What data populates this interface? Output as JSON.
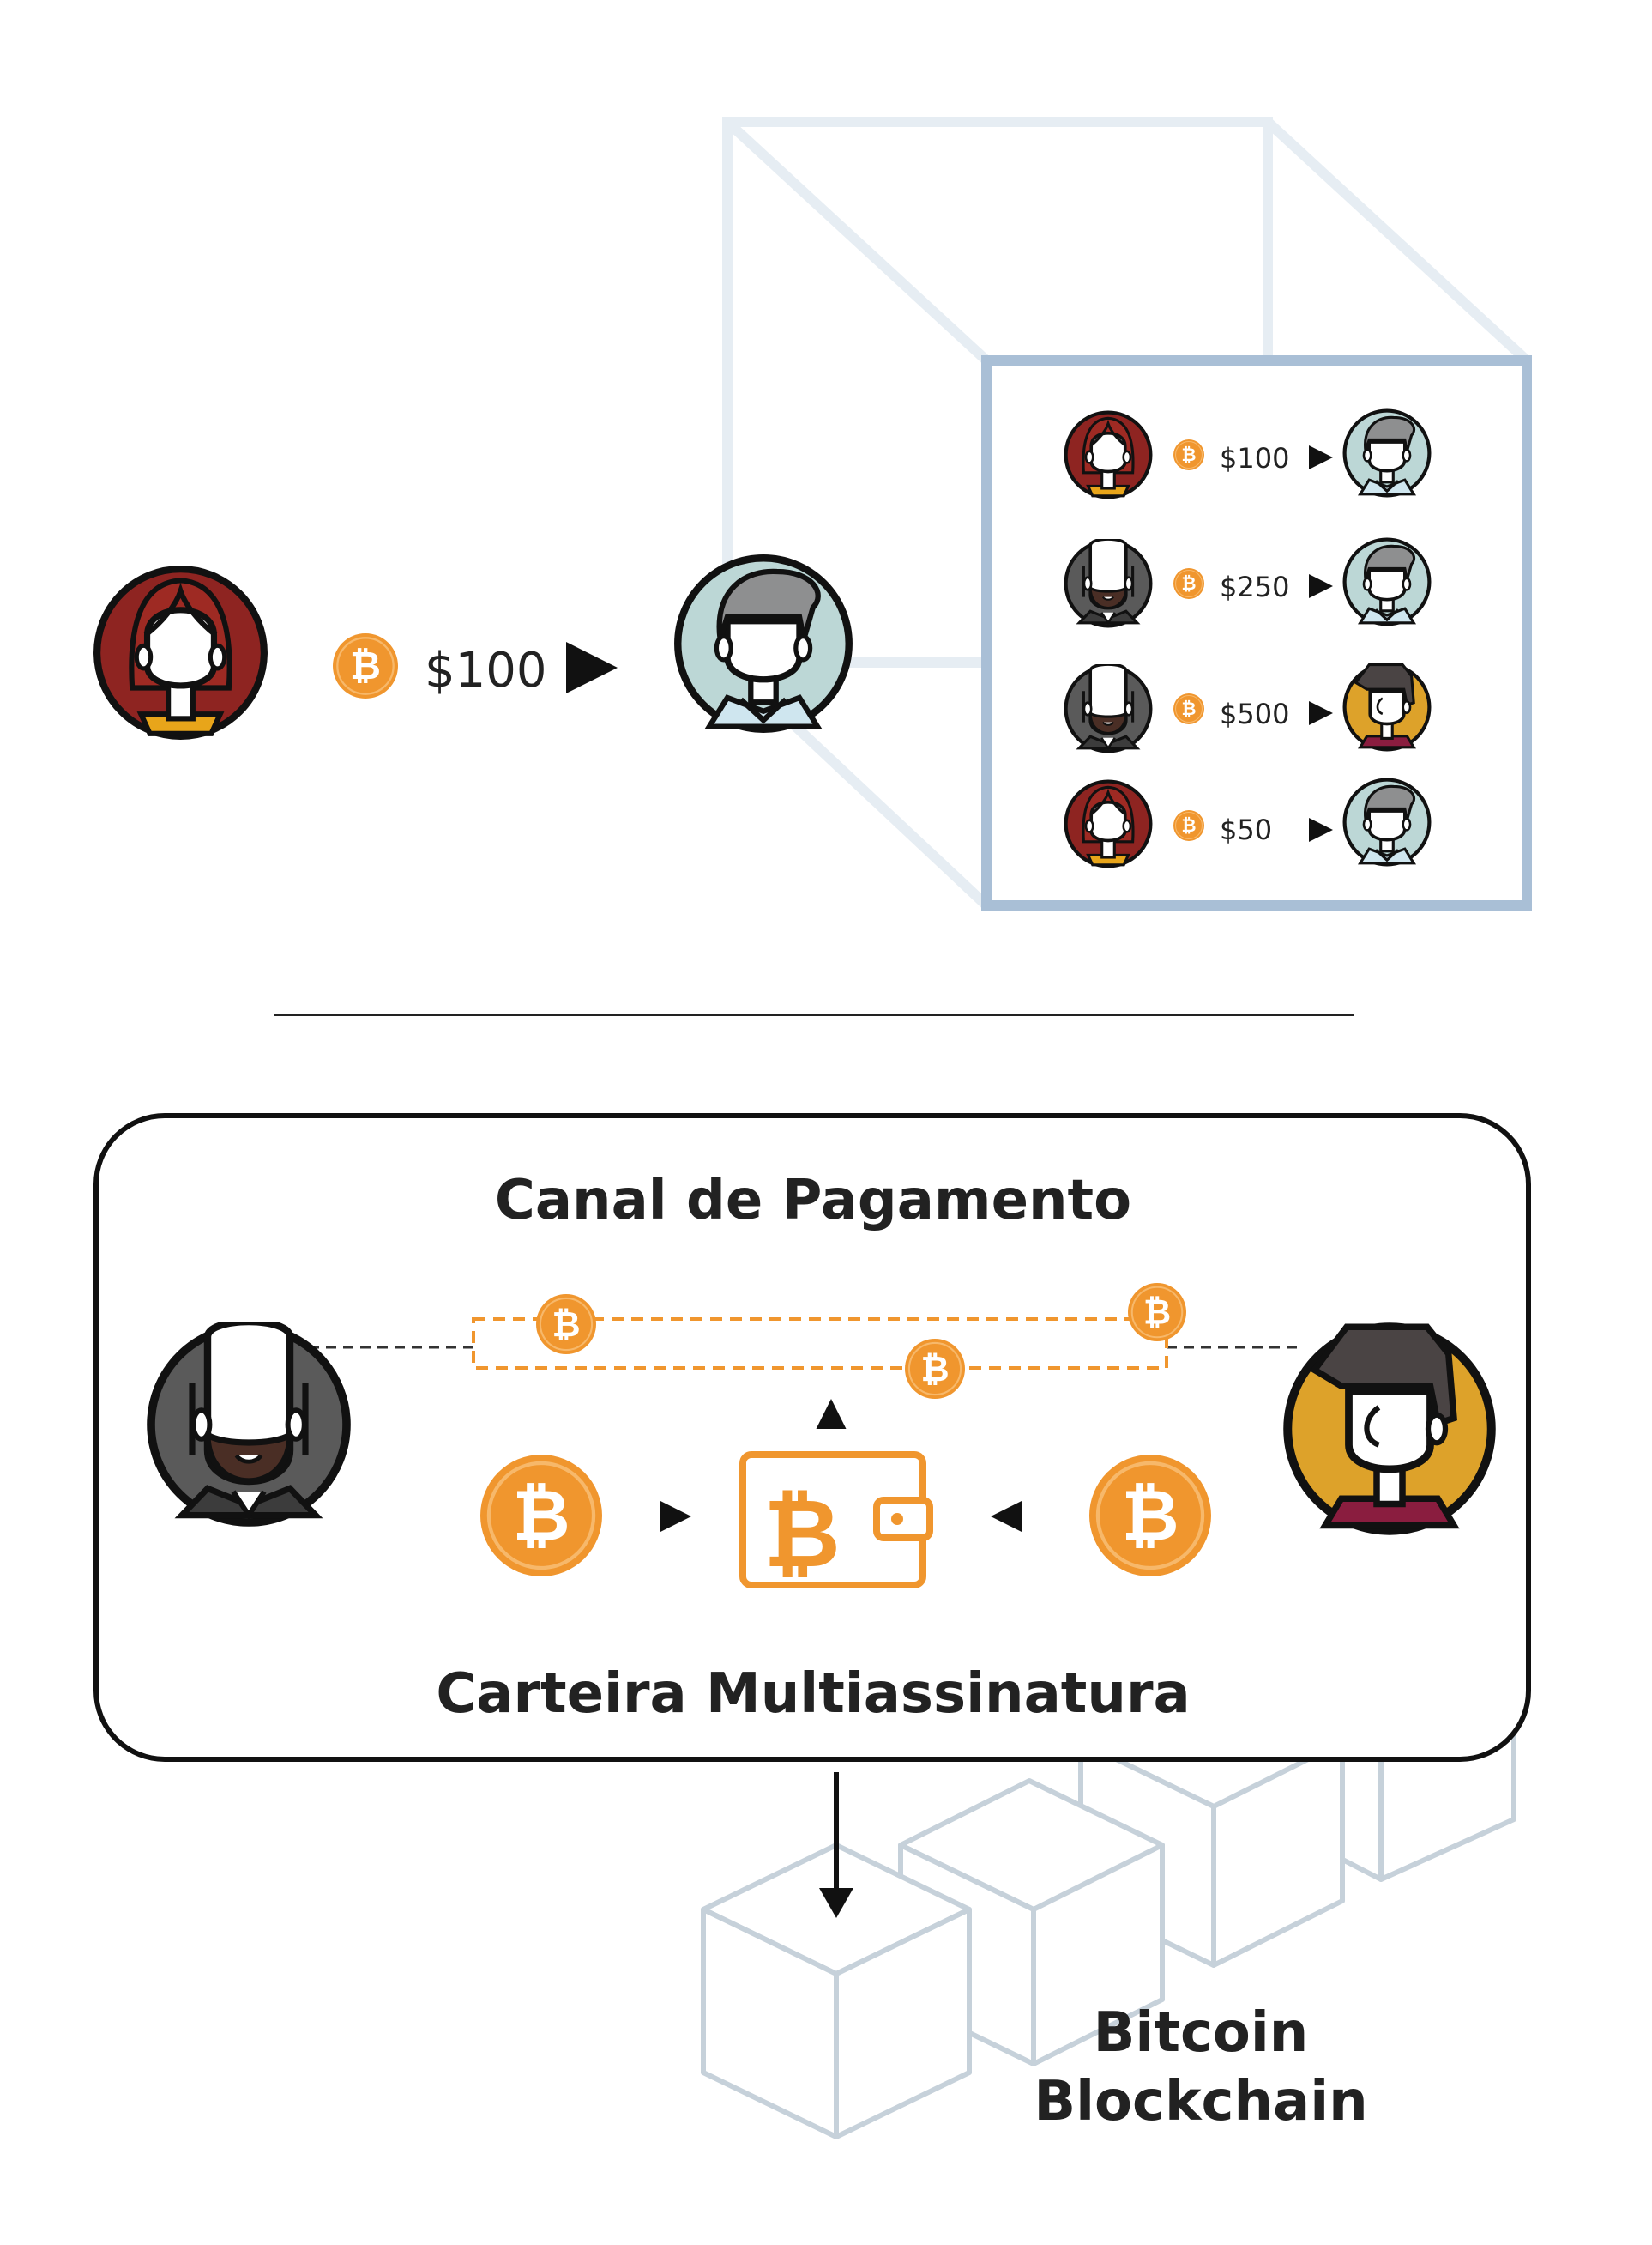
{
  "top_transaction": {
    "amount": "$100"
  },
  "block_transactions": [
    {
      "amount": "$100"
    },
    {
      "amount": "$250"
    },
    {
      "amount": "$500"
    },
    {
      "amount": "$50"
    }
  ],
  "channel": {
    "title": "Canal de Pagamento",
    "wallet_label": "Carteira Multiassinatura"
  },
  "blockchain": {
    "line1": "Bitcoin",
    "line2": "Blockchain"
  },
  "icons": {
    "coin": "bitcoin-coin-icon",
    "wallet": "bitcoin-wallet-icon",
    "arrow": "triangle-arrow-icon"
  },
  "colors": {
    "bitcoin_orange": "#f0962e",
    "block_frame": "#a9bfd6",
    "cube_faint": "#e6edf3",
    "chain_cube": "#c6d1da",
    "text": "#222222"
  }
}
